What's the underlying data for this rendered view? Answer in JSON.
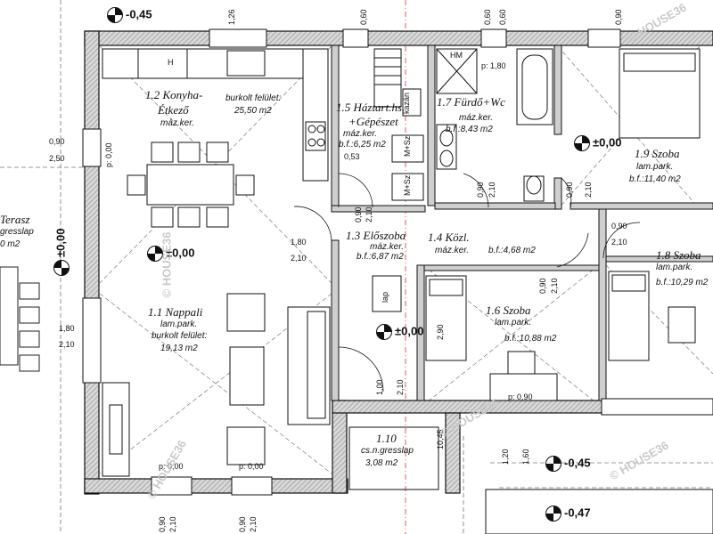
{
  "rooms": {
    "kitchen": {
      "id": "1.2 Konyha-",
      "id2": "Étkező",
      "floor": "máz.ker.",
      "note": "burkolt felület:",
      "area": "25,50 m2"
    },
    "living": {
      "id": "1.1 Nappali",
      "floor": "lam.park.",
      "note": "burkolt felület:",
      "area": "19,13 m2"
    },
    "utility": {
      "id": "1.5 Háztart.hs.",
      "id2": "+Gépészet",
      "floor": "máz.ker.",
      "area": "b.f.:6,25 m2"
    },
    "bath": {
      "id": "1.7 Fürdő+Wc",
      "floor": "máz.ker.",
      "area": "b.f.:8,43 m2"
    },
    "hall": {
      "id": "1.3 Előszoba",
      "floor": "máz.ker.",
      "area": "b.f.:6,87 m2"
    },
    "corridor": {
      "id": "1.4 Közl.",
      "floor": "máz.ker.",
      "area": "b.f.:4,68 m2"
    },
    "room16": {
      "id": "1.6 Szoba",
      "floor": "lam.park.",
      "area": "b.f.:10,88 m2"
    },
    "room18": {
      "id": "1.8 Szoba",
      "floor": "lam.park.",
      "area": "b.f.:10,29 m2"
    },
    "room19": {
      "id": "1.9 Szoba",
      "floor": "lam.park.",
      "area": "b.f.:11,40 m2"
    },
    "entry": {
      "id": "1.10",
      "floor": "cs.n.gresslap",
      "area": "3,08 m2"
    },
    "terrace": {
      "id": "Terasz",
      "floor": "gresslap",
      "area": "0 m2"
    }
  },
  "levels": {
    "top": "-0,45",
    "kitchen": "±0,00",
    "bedroom": "±0,00",
    "hall": "±0,00",
    "terrace": "±0,00",
    "entry": "-0,45",
    "bottom": "-0,47"
  },
  "dims": {
    "win_left_w": "0,90",
    "win_left_h": "2,50",
    "kitchen_p": "p: 0,00",
    "door_hall_w": "1,80",
    "door_hall_h": "2,10",
    "door_terrace_w": "1,80",
    "door_terrace_h": "2,10",
    "p053": "0,53",
    "p180": "p: 1,80",
    "d090a": "0,90",
    "d210a": "2,10",
    "d090b": "0,90",
    "d210b": "2,10",
    "d090c": "0,90",
    "d210c": "2,10",
    "d090d": "0,90",
    "d210d": "2,10",
    "d090e": "0,90",
    "d210e": "2,10",
    "room16_win_h": "2,90",
    "room16_p": "p: 0,90",
    "entry_dim1": "1,00",
    "entry_dim2": "2,10",
    "entry_dim3": "10,45",
    "entry_dim4": "1,20",
    "entry_dim5": "1,60",
    "bot_p1": "p: 0,00",
    "bot_p2": "p: 0,00",
    "bot_w1": "0,90",
    "bot_h1": "2,10",
    "bot_w2": "0,90",
    "bot_h2": "2,10",
    "top_dims": [
      "1,26",
      "0,60",
      "0,60",
      "0,60"
    ],
    "top_dim_b": "0,90"
  },
  "tags": {
    "kazan": "kazán",
    "ms1": "M+Sz",
    "ms2": "M+Sz",
    "hm": "HM",
    "h": "H",
    "lap": "lap"
  },
  "watermark": "© HOUSE36"
}
